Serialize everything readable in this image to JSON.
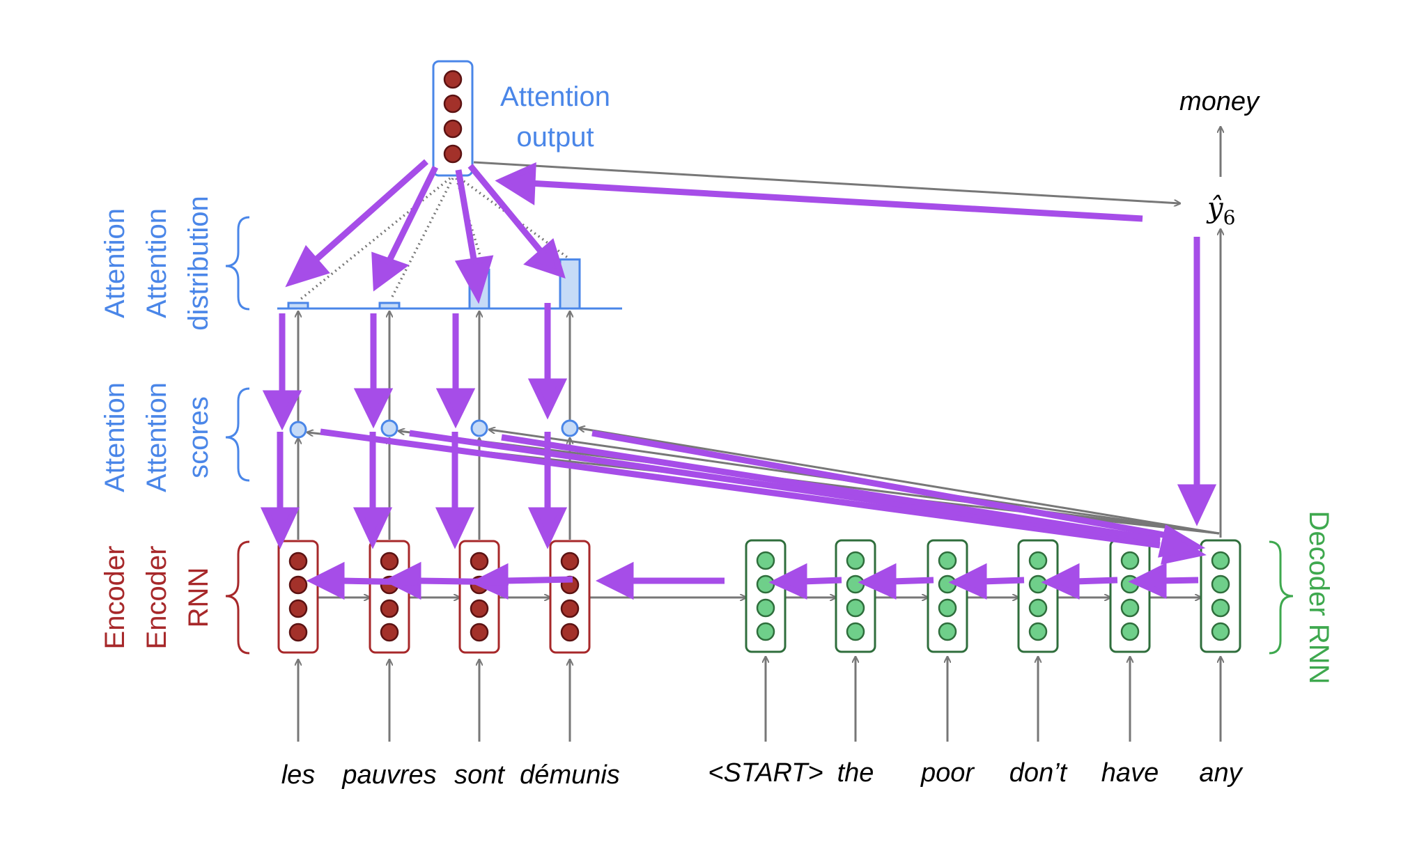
{
  "labels": {
    "attention_output_line1": "Attention",
    "attention_output_line2": "output",
    "attention_distribution_line1": "Attention",
    "attention_distribution_line2": "Attention",
    "attention_distribution_line3": "distribution",
    "attention_scores_line1": "Attention",
    "attention_scores_line2": "Attention",
    "attention_scores_line3": "scores",
    "encoder_line1": "Encoder",
    "encoder_line2": "Encoder",
    "encoder_line3": "RNN",
    "decoder": "Decoder RNN",
    "output_word": "money",
    "y_hat_base": "ŷ",
    "y_hat_sub": "6"
  },
  "source_words": [
    "les",
    "pauvres",
    "sont",
    "démunis"
  ],
  "target_words": [
    "<START>",
    "the",
    "poor",
    "don’t",
    "have",
    "any"
  ],
  "attention_distribution": [
    0.05,
    0.05,
    0.38,
    0.48
  ],
  "colors": {
    "encoder": "#a7282a",
    "encoder_fill": "#a3312a",
    "decoder": "#2f6e3c",
    "decoder_fill": "#6fcf8a",
    "attention": "#4a86e8",
    "attention_fill": "#c6dbf7",
    "backprop": "#a64de8",
    "arrow": "#777777"
  }
}
